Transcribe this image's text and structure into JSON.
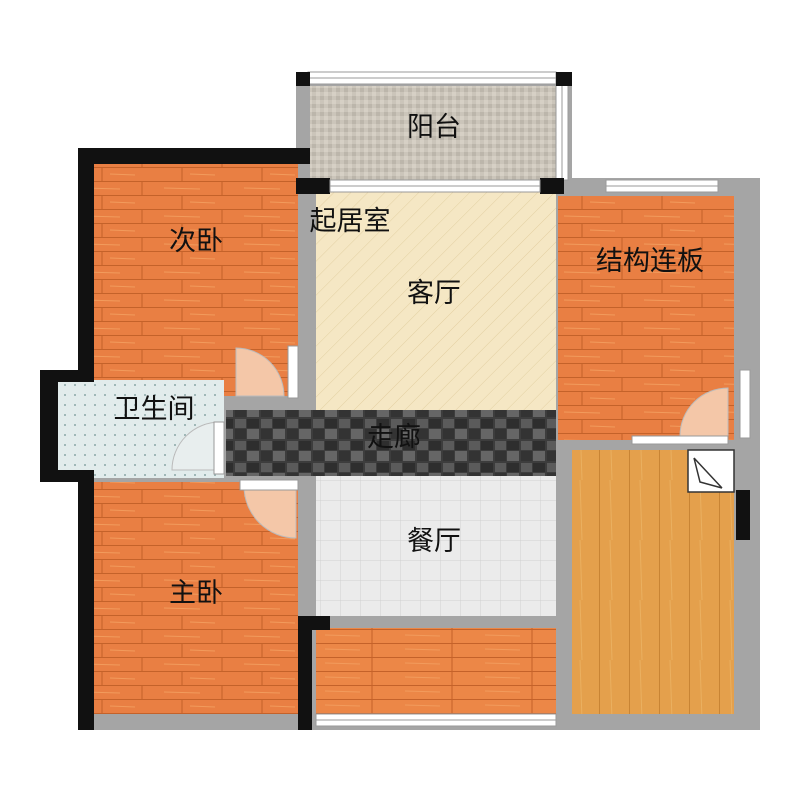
{
  "rooms": {
    "balcony": "阳台",
    "living_area": "起居室",
    "living_room": "客厅",
    "second_bedroom": "次卧",
    "structural_slab": "结构连板",
    "bathroom": "卫生间",
    "corridor": "走廊",
    "dining_room": "餐厅",
    "master_bedroom": "主卧"
  },
  "colors": {
    "wood_floor": "#e97f43",
    "wall_gray": "#a5a5a5",
    "wall_black": "#111111",
    "living_floor": "#f5e7c4",
    "balcony_tile": "#c9c3b8",
    "corridor_tile": "#4a4a4a",
    "dining_tile": "#ebebeb",
    "bath_tile": "#dde8e8",
    "light_wood": "#e4a04c"
  }
}
